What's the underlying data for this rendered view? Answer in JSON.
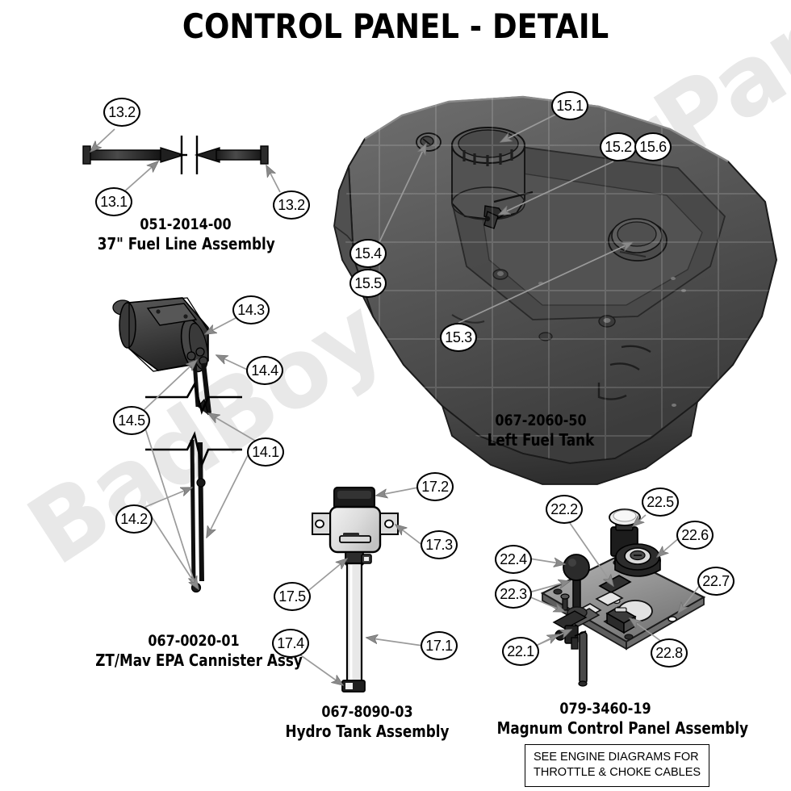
{
  "page": {
    "title": "CONTROL PANEL - DETAIL",
    "watermark": "BadBoyMowerParts.com",
    "background_color": "#ffffff",
    "ink_color": "#000000"
  },
  "note": {
    "line1": "SEE ENGINE DIAGRAMS FOR",
    "line2": "THROTTLE & CHOKE CABLES"
  },
  "parts": [
    {
      "id": "fuel-line",
      "part_number": "051-2014-00",
      "description": "37\" Fuel Line Assembly",
      "callouts": [
        "13.2",
        "13.1",
        "13.2"
      ]
    },
    {
      "id": "canister",
      "part_number": "067-0020-01",
      "description": "ZT/Mav EPA Cannister Assy",
      "callouts": [
        "14.3",
        "14.4",
        "14.5",
        "14.1",
        "14.2"
      ]
    },
    {
      "id": "left-fuel-tank",
      "part_number": "067-2060-50",
      "description": "Left Fuel Tank",
      "callouts": [
        "15.1",
        "15.2",
        "15.6",
        "15.4",
        "15.5",
        "15.3"
      ]
    },
    {
      "id": "hydro-tank",
      "part_number": "067-8090-03",
      "description": "Hydro Tank Assembly",
      "callouts": [
        "17.2",
        "17.3",
        "17.5",
        "17.4",
        "17.1"
      ]
    },
    {
      "id": "magnum-control-panel",
      "part_number": "079-3460-19",
      "description": "Magnum Control Panel Assembly",
      "callouts": [
        "22.2",
        "22.5",
        "22.6",
        "22.4",
        "22.3",
        "22.7",
        "22.1",
        "22.8"
      ]
    }
  ],
  "callout_labels": {
    "c_13_2_a": "13.2",
    "c_13_1": "13.1",
    "c_13_2_b": "13.2",
    "c_14_3": "14.3",
    "c_14_4": "14.4",
    "c_14_5": "14.5",
    "c_14_1": "14.1",
    "c_14_2": "14.2",
    "c_15_1": "15.1",
    "c_15_2": "15.2",
    "c_15_6": "15.6",
    "c_15_4": "15.4",
    "c_15_5": "15.5",
    "c_15_3": "15.3",
    "c_17_2": "17.2",
    "c_17_3": "17.3",
    "c_17_5": "17.5",
    "c_17_4": "17.4",
    "c_17_1": "17.1",
    "c_22_2": "22.2",
    "c_22_5": "22.5",
    "c_22_6": "22.6",
    "c_22_4": "22.4",
    "c_22_3": "22.3",
    "c_22_7": "22.7",
    "c_22_1": "22.1",
    "c_22_8": "22.8"
  }
}
